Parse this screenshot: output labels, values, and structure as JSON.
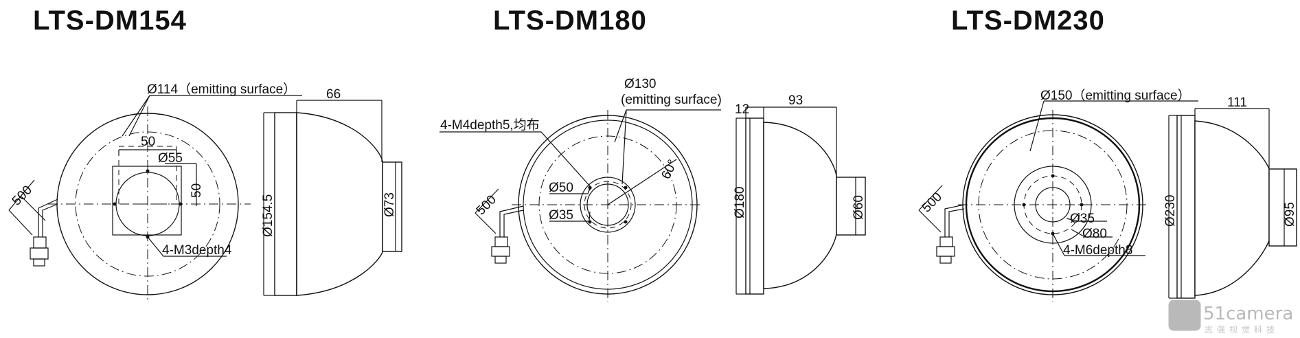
{
  "models": [
    {
      "title": "LTS-DM154",
      "dims": {
        "emitting": "Ø114（emitting surface）",
        "square": "50",
        "inner": "Ø55",
        "square_v": "50",
        "holes": "4-M3depth4",
        "cable": "500",
        "length": "66",
        "outer": "Ø154.5",
        "base": "Ø73"
      }
    },
    {
      "title": "LTS-DM180",
      "dims": {
        "emitting_dia": "Ø130",
        "emitting_label": "(emitting surface)",
        "holes": "4-M4depth5,均布",
        "angle": "60°",
        "bolt_circle": "Ø50",
        "inner": "Ø35",
        "cable": "500",
        "flange": "12",
        "length": "93",
        "outer": "Ø180",
        "base": "Ø60"
      }
    },
    {
      "title": "LTS-DM230",
      "dims": {
        "emitting": "Ø150（emitting surface）",
        "inner": "Ø35",
        "bolt_circle": "Ø80",
        "holes": "4-M6depth8",
        "cable": "500",
        "length": "111",
        "outer": "Ø230",
        "base": "Ø95"
      }
    }
  ],
  "watermark": {
    "brand": "51camera",
    "sub": "志强视觉科技"
  }
}
